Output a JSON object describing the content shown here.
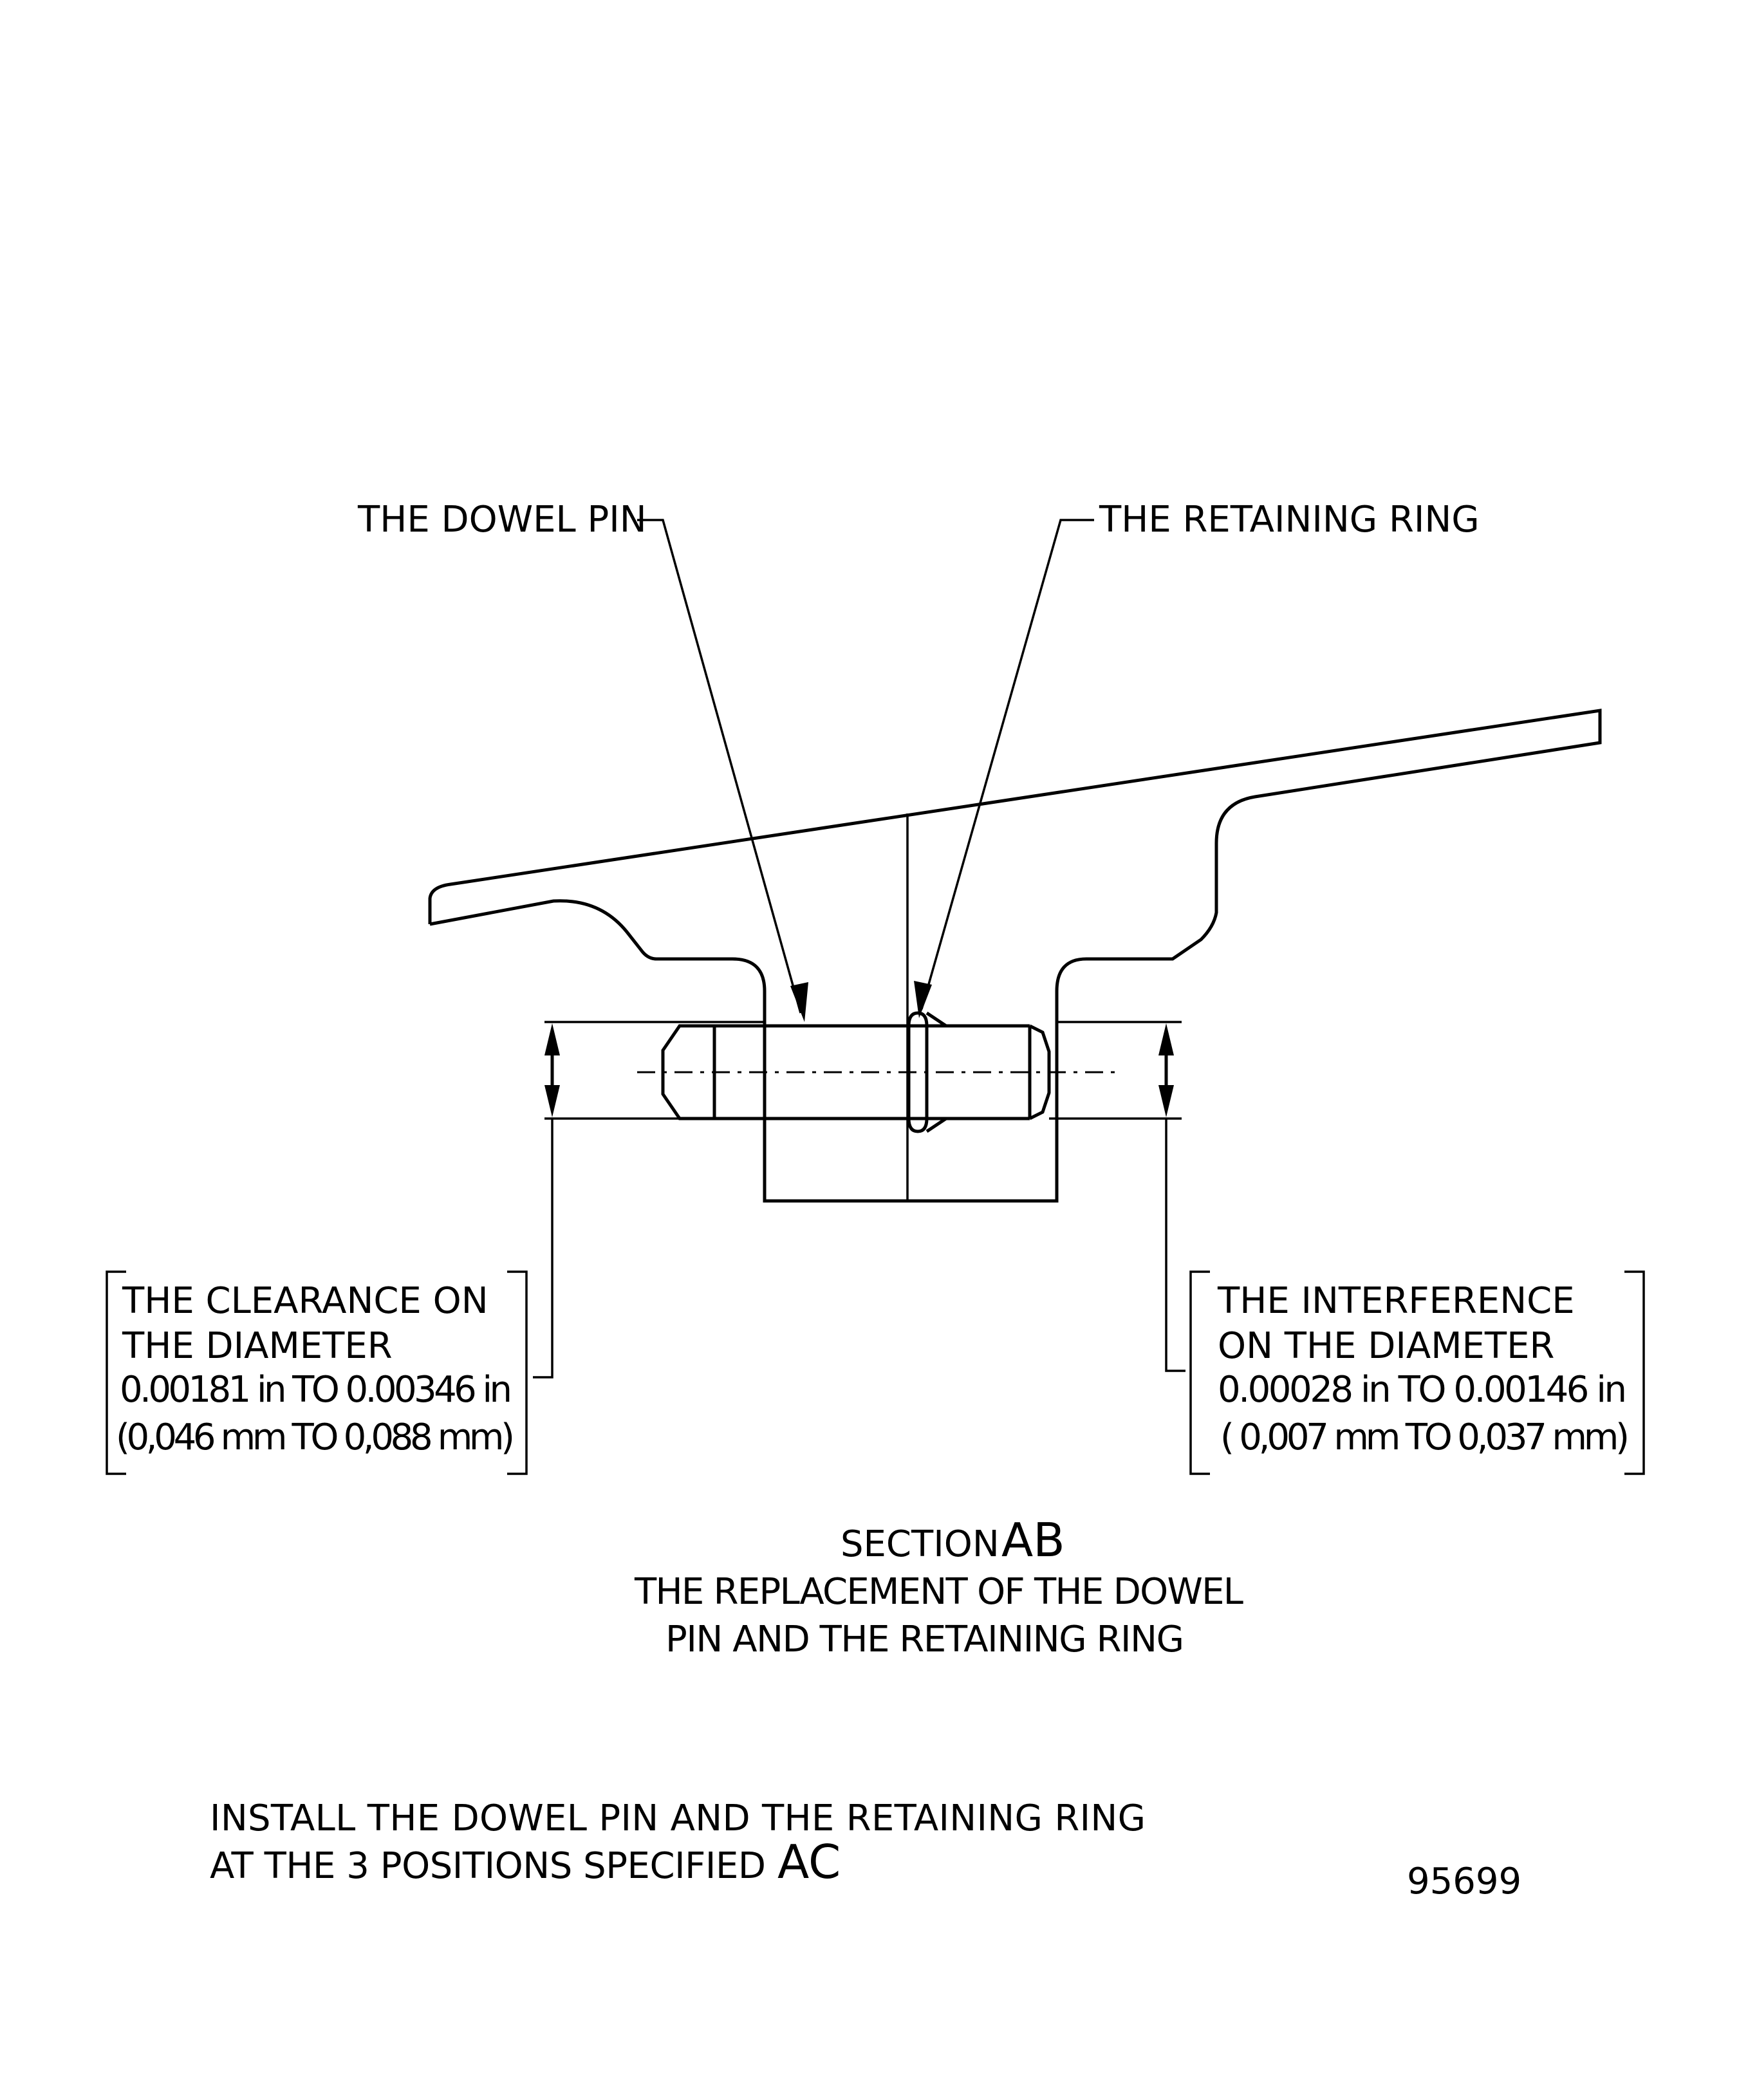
{
  "callouts": {
    "dowel_pin": "THE DOWEL PIN",
    "retaining_ring": "THE RETAINING RING"
  },
  "clearance_box": {
    "line1": "THE CLEARANCE ON",
    "line2": "THE DIAMETER",
    "line3": "0.00181 in TO 0.00346 in",
    "line4": "(0,046 mm TO 0,088 mm)"
  },
  "interference_box": {
    "line1": "THE INTERFERENCE",
    "line2": "ON THE DIAMETER",
    "line3": "0.00028 in TO 0.00146 in",
    "line4": "( 0,007 mm TO 0,037 mm)"
  },
  "section": {
    "label": "SECTION",
    "letters": "AB",
    "title_line1": "THE REPLACEMENT OF THE DOWEL",
    "title_line2": "PIN AND THE RETAINING RING"
  },
  "note": {
    "line1": "INSTALL THE DOWEL PIN AND THE RETAINING RING",
    "line2_prefix": "AT THE 3 POSITIONS SPECIFIED",
    "line2_letters": "AC"
  },
  "figure_number": "95699"
}
